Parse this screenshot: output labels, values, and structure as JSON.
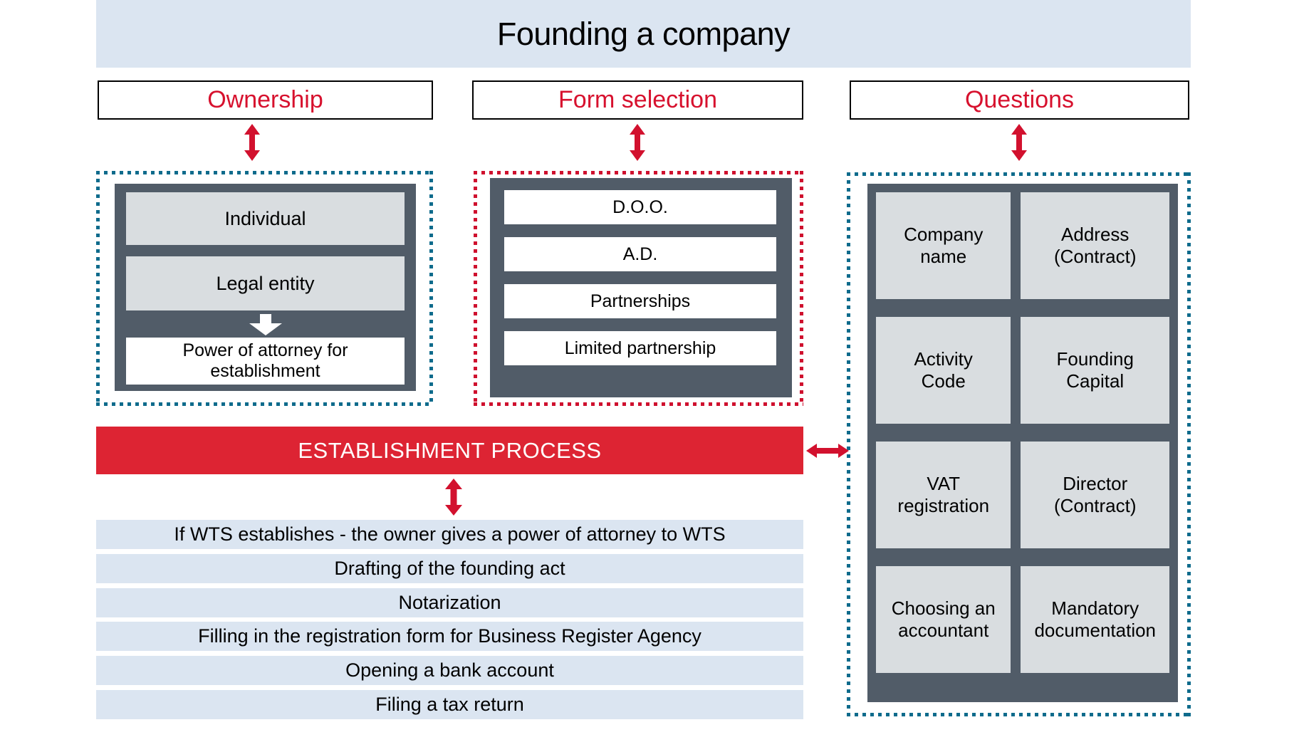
{
  "title": "Founding a company",
  "colors": {
    "band_blue": "#dbe5f1",
    "dark_slate": "#515c68",
    "light_gray": "#d9dde0",
    "banner_red": "#dd2433",
    "accent_red_text": "#d7112e",
    "teal_dotted_border": "#0e6b8c",
    "red_dotted_border": "#cf102e"
  },
  "headers": {
    "ownership": "Ownership",
    "form_selection": "Form selection",
    "questions": "Questions"
  },
  "ownership": {
    "items": [
      "Individual",
      "Legal entity"
    ],
    "footer": "Power of attorney for establishment"
  },
  "form_selection": {
    "items": [
      "D.O.O.",
      "A.D.",
      "Partnerships",
      "Limited partnership"
    ]
  },
  "questions": {
    "cells": [
      "Company name",
      "Address (Contract)",
      "Activity Code",
      "Founding Capital",
      "VAT registration",
      "Director (Contract)",
      "Choosing an accountant",
      "Mandatory documentation"
    ]
  },
  "process": {
    "banner": "ESTABLISHMENT PROCESS",
    "steps": [
      "If WTS establishes - the owner gives a power of attorney to WTS",
      "Drafting of the founding act",
      "Notarization",
      "Filling in the registration form for Business Register Agency",
      "Opening a bank account",
      "Filing a tax return"
    ]
  }
}
